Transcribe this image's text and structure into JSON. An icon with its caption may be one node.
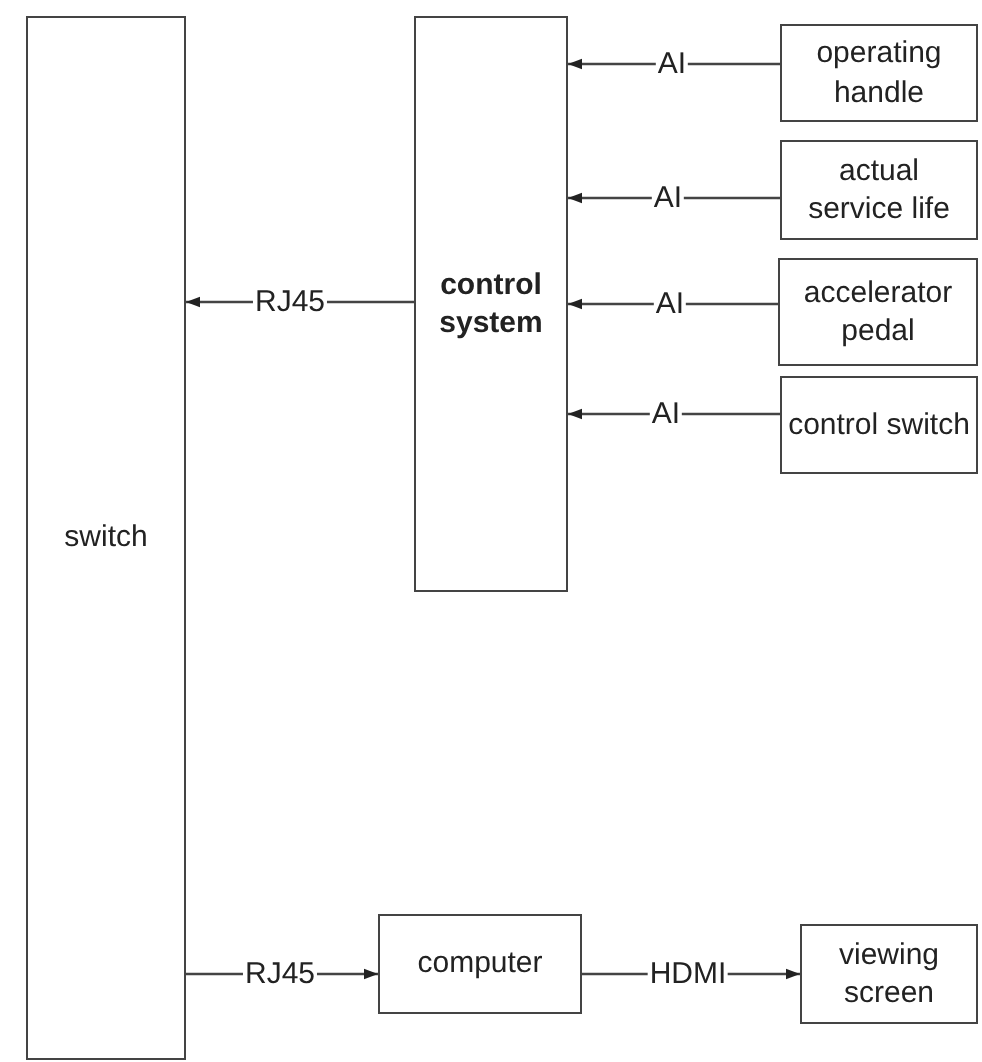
{
  "diagram": {
    "nodes": [
      {
        "text": [
          "switch"
        ]
      },
      {
        "text": [
          "control system"
        ]
      },
      {
        "text": [
          "operating handle"
        ]
      },
      {
        "text": [
          "actual service life"
        ]
      },
      {
        "text": [
          "accelerator pedal"
        ]
      },
      {
        "text": [
          "control switch"
        ]
      },
      {
        "text": [
          "computer"
        ]
      },
      {
        "text": [
          "viewing screen"
        ]
      }
    ],
    "edges": [
      {
        "from": 2,
        "to": 1,
        "arrow": "to",
        "label": "AI"
      },
      {
        "from": 3,
        "to": 1,
        "arrow": "to",
        "label": "AI"
      },
      {
        "from": 4,
        "to": 1,
        "arrow": "to",
        "label": "AI"
      },
      {
        "from": 5,
        "to": 1,
        "arrow": "to",
        "label": "AI"
      },
      {
        "from": 1,
        "to": 0,
        "arrow": "to",
        "label": "RJ45"
      },
      {
        "from": 0,
        "to": 6,
        "arrow": "to",
        "label": "RJ45"
      },
      {
        "from": 6,
        "to": 7,
        "arrow": "to",
        "label": "HDMI"
      }
    ]
  }
}
